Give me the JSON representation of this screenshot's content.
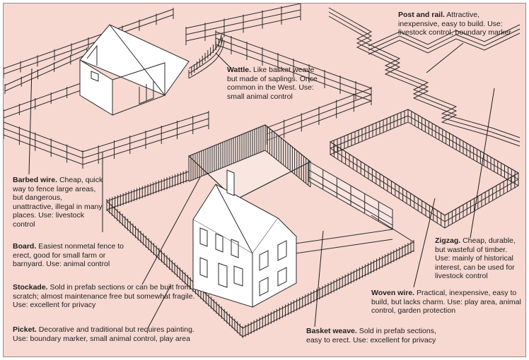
{
  "captions": {
    "post_and_rail": {
      "title": "Post and rail.",
      "body": "Attractive, inexpensive, easy to build. Use: livestock control, boundary marker"
    },
    "wattle": {
      "title": "Wattle.",
      "body": "Like basket weave but made of saplings. Once common in the West. Use: small animal control"
    },
    "barbed_wire": {
      "title": "Barbed wire.",
      "body": "Cheap, quick way to fence large areas, but dangerous, unattractive, illegal in many places. Use: livestock control"
    },
    "board": {
      "title": "Board.",
      "body": "Easiest nonmetal fence to erect, good for small farm or barnyard. Use: animal control"
    },
    "stockade": {
      "title": "Stockade.",
      "body": "Sold in prefab sections or can be built from scratch; almost maintenance free but somewhat fragile. Use: excellent for privacy"
    },
    "picket": {
      "title": "Picket.",
      "body": "Decorative and traditional but requires painting. Use: boundary marker, small animal control, play area"
    },
    "zigzag": {
      "title": "Zigzag.",
      "body": "Cheap, durable, but wasteful of timber. Use: mainly of historical interest, can be used for livestock control"
    },
    "woven_wire": {
      "title": "Woven wire.",
      "body": "Practical, inexpensive, easy to build, but lacks charm. Use: play area, animal control, garden protection"
    },
    "basket_weave": {
      "title": "Basket weave.",
      "body": "Sold in prefab sections, easy to erect. Use: excellent for privacy"
    }
  },
  "colors": {
    "background": "#f7d9d2",
    "ink": "#1e1e1e",
    "white": "#ffffff"
  }
}
